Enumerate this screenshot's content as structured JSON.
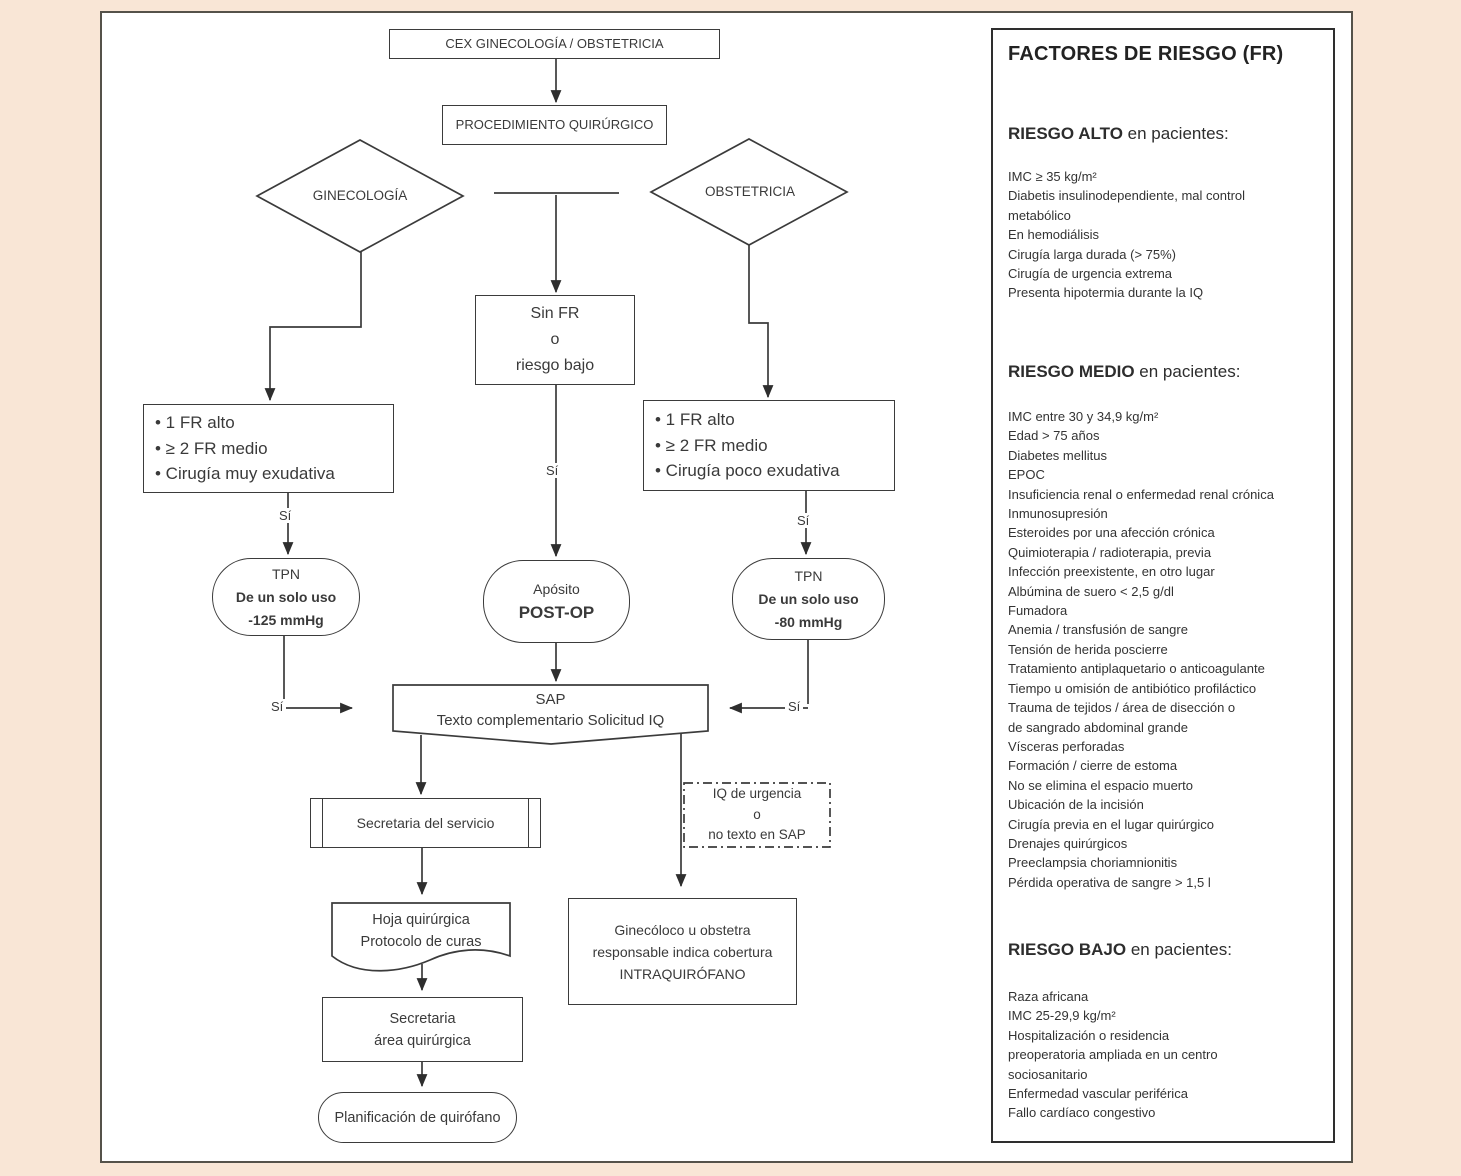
{
  "style": {
    "background": "#f9e6d6",
    "ink": "#3a3a3a"
  },
  "flowchart": {
    "cex_label": "CEX GINECOLOGÍA / OBSTETRICIA",
    "procedimiento_label": "PROCEDIMIENTO QUIRÚRGICO",
    "ginecologia_label": "GINECOLOGÍA",
    "obstetricia_label": "OBSTETRICIA",
    "sin_fr_lines": [
      "Sin FR",
      "o",
      "riesgo bajo"
    ],
    "gine_criteria_lines": [
      "• 1 FR alto",
      "• ≥ 2 FR medio",
      "• Cirugía muy exudativa"
    ],
    "obst_criteria_lines": [
      "• 1 FR alto",
      "• ≥ 2 FR medio",
      "• Cirugía poco exudativa"
    ],
    "yes_label": "Sí",
    "tpn_left": {
      "line1": "TPN",
      "line2": "De un solo uso",
      "line3": "-125 mmHg"
    },
    "aposito": {
      "line1": "Apósito",
      "line2": "POST-OP"
    },
    "tpn_right": {
      "line1": "TPN",
      "line2": "De un solo uso",
      "line3": "-80 mmHg"
    },
    "sap": {
      "line1": "SAP",
      "line2": "Texto complementario Solicitud IQ"
    },
    "secretaria_servicio_label": "Secretaria del servicio",
    "urgencia_lines": [
      "IQ de urgencia",
      "o",
      "no texto en SAP"
    ],
    "hoja_lines": [
      "Hoja quirúrgica",
      "Protocolo de curas"
    ],
    "intra_lines": [
      "Ginecóloco u obstetra",
      "responsable indica cobertura",
      "INTRAQUIRÓFANO"
    ],
    "secretaria_area_lines": [
      "Secretaria",
      "área quirúrgica"
    ],
    "planificacion_label": "Planificación de quirófano"
  },
  "risk_panel": {
    "title": "FACTORES DE RIESGO (FR)",
    "sections": [
      {
        "heading": "RIESGO ALTO",
        "suffix": " en pacientes:",
        "items": [
          "IMC ≥ 35 kg/m²",
          "Diabetis insulinodependiente, mal control",
          "metabólico",
          "En hemodiálisis",
          "Cirugía larga durada (> 75%)",
          "Cirugía de urgencia extrema",
          "Presenta hipotermia durante la IQ"
        ]
      },
      {
        "heading": "RIESGO MEDIO",
        "suffix": " en pacientes:",
        "items": [
          "IMC entre 30 y 34,9 kg/m²",
          "Edad > 75 años",
          "Diabetes mellitus",
          "EPOC",
          "Insuficiencia renal o enfermedad renal crónica",
          "Inmunosupresión",
          "Esteroides por una afección crónica",
          "Quimioterapia / radioterapia, previa",
          "Infección preexistente, en otro lugar",
          "Albúmina de suero < 2,5 g/dl",
          "Fumadora",
          "Anemia / transfusión de sangre",
          "Tensión de herida poscierre",
          "Tratamiento antiplaquetario o anticoagulante",
          "Tiempo u omisión de antibiótico profiláctico",
          "Trauma de tejidos / área de disección o",
          "de sangrado abdominal grande",
          "Vísceras perforadas",
          "Formación / cierre de estoma",
          "No se elimina el espacio muerto",
          "Ubicación de la incisión",
          "Cirugía previa en el lugar quirúrgico",
          "Drenajes quirúrgicos",
          "Preeclampsia choriamnionitis",
          "Pérdida operativa de sangre > 1,5 l"
        ]
      },
      {
        "heading": "RIESGO BAJO",
        "suffix": " en pacientes:",
        "items": [
          "Raza africana",
          "IMC 25-29,9 kg/m²",
          "Hospitalización o residencia",
          "preoperatoria ampliada en un centro",
          "sociosanitario",
          "Enfermedad vascular periférica",
          "Fallo cardíaco congestivo"
        ]
      }
    ]
  }
}
